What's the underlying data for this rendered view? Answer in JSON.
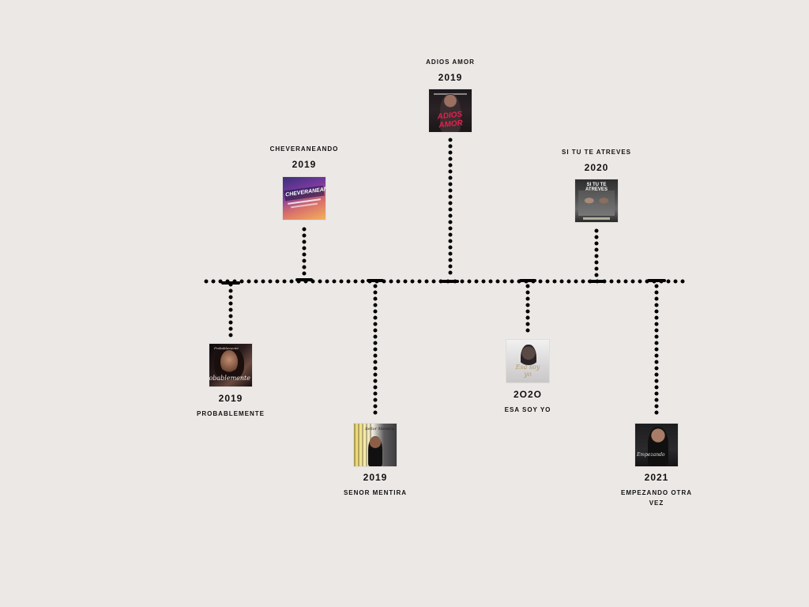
{
  "timeline": {
    "entries": [
      {
        "id": "probablemente",
        "year": "2019",
        "title": "PROBABLEMENTE",
        "side": "below",
        "cover_icon": "album-cover-probablemente",
        "cover_text": "Probablemente"
      },
      {
        "id": "cheveraneando",
        "year": "2019",
        "title": "CHEVERANEANDO",
        "side": "above",
        "cover_icon": "album-cover-cheveraneando",
        "cover_text": "CHEVERANEANDO"
      },
      {
        "id": "senor-mentira",
        "year": "2019",
        "title": "SENOR MENTIRA",
        "side": "below",
        "cover_icon": "album-cover-senor-mentira",
        "cover_text": "Señor Mentira"
      },
      {
        "id": "adios-amor",
        "year": "2019",
        "title": "ADIOS AMOR",
        "side": "above",
        "cover_icon": "album-cover-adios-amor",
        "cover_text": "ADIOS AMOR"
      },
      {
        "id": "esa-soy-yo",
        "year": "2O2O",
        "title": "ESA SOY YO",
        "side": "below",
        "cover_icon": "album-cover-esa-soy-yo",
        "cover_text": "Esa soy yo"
      },
      {
        "id": "si-tu-te-atreves",
        "year": "2020",
        "title": "SI TU TE ATREVES",
        "side": "above",
        "cover_icon": "album-cover-si-tu-te-atreves",
        "cover_text": "SI TU TE ATREVES"
      },
      {
        "id": "empezando-otra-vez",
        "year": "2021",
        "title": "EMPEZANDO OTRA VEZ",
        "side": "below",
        "cover_icon": "album-cover-empezando-otra-vez",
        "cover_text": "Empezando"
      }
    ]
  },
  "colors": {
    "background": "#ece8e6",
    "ink": "#111111"
  }
}
